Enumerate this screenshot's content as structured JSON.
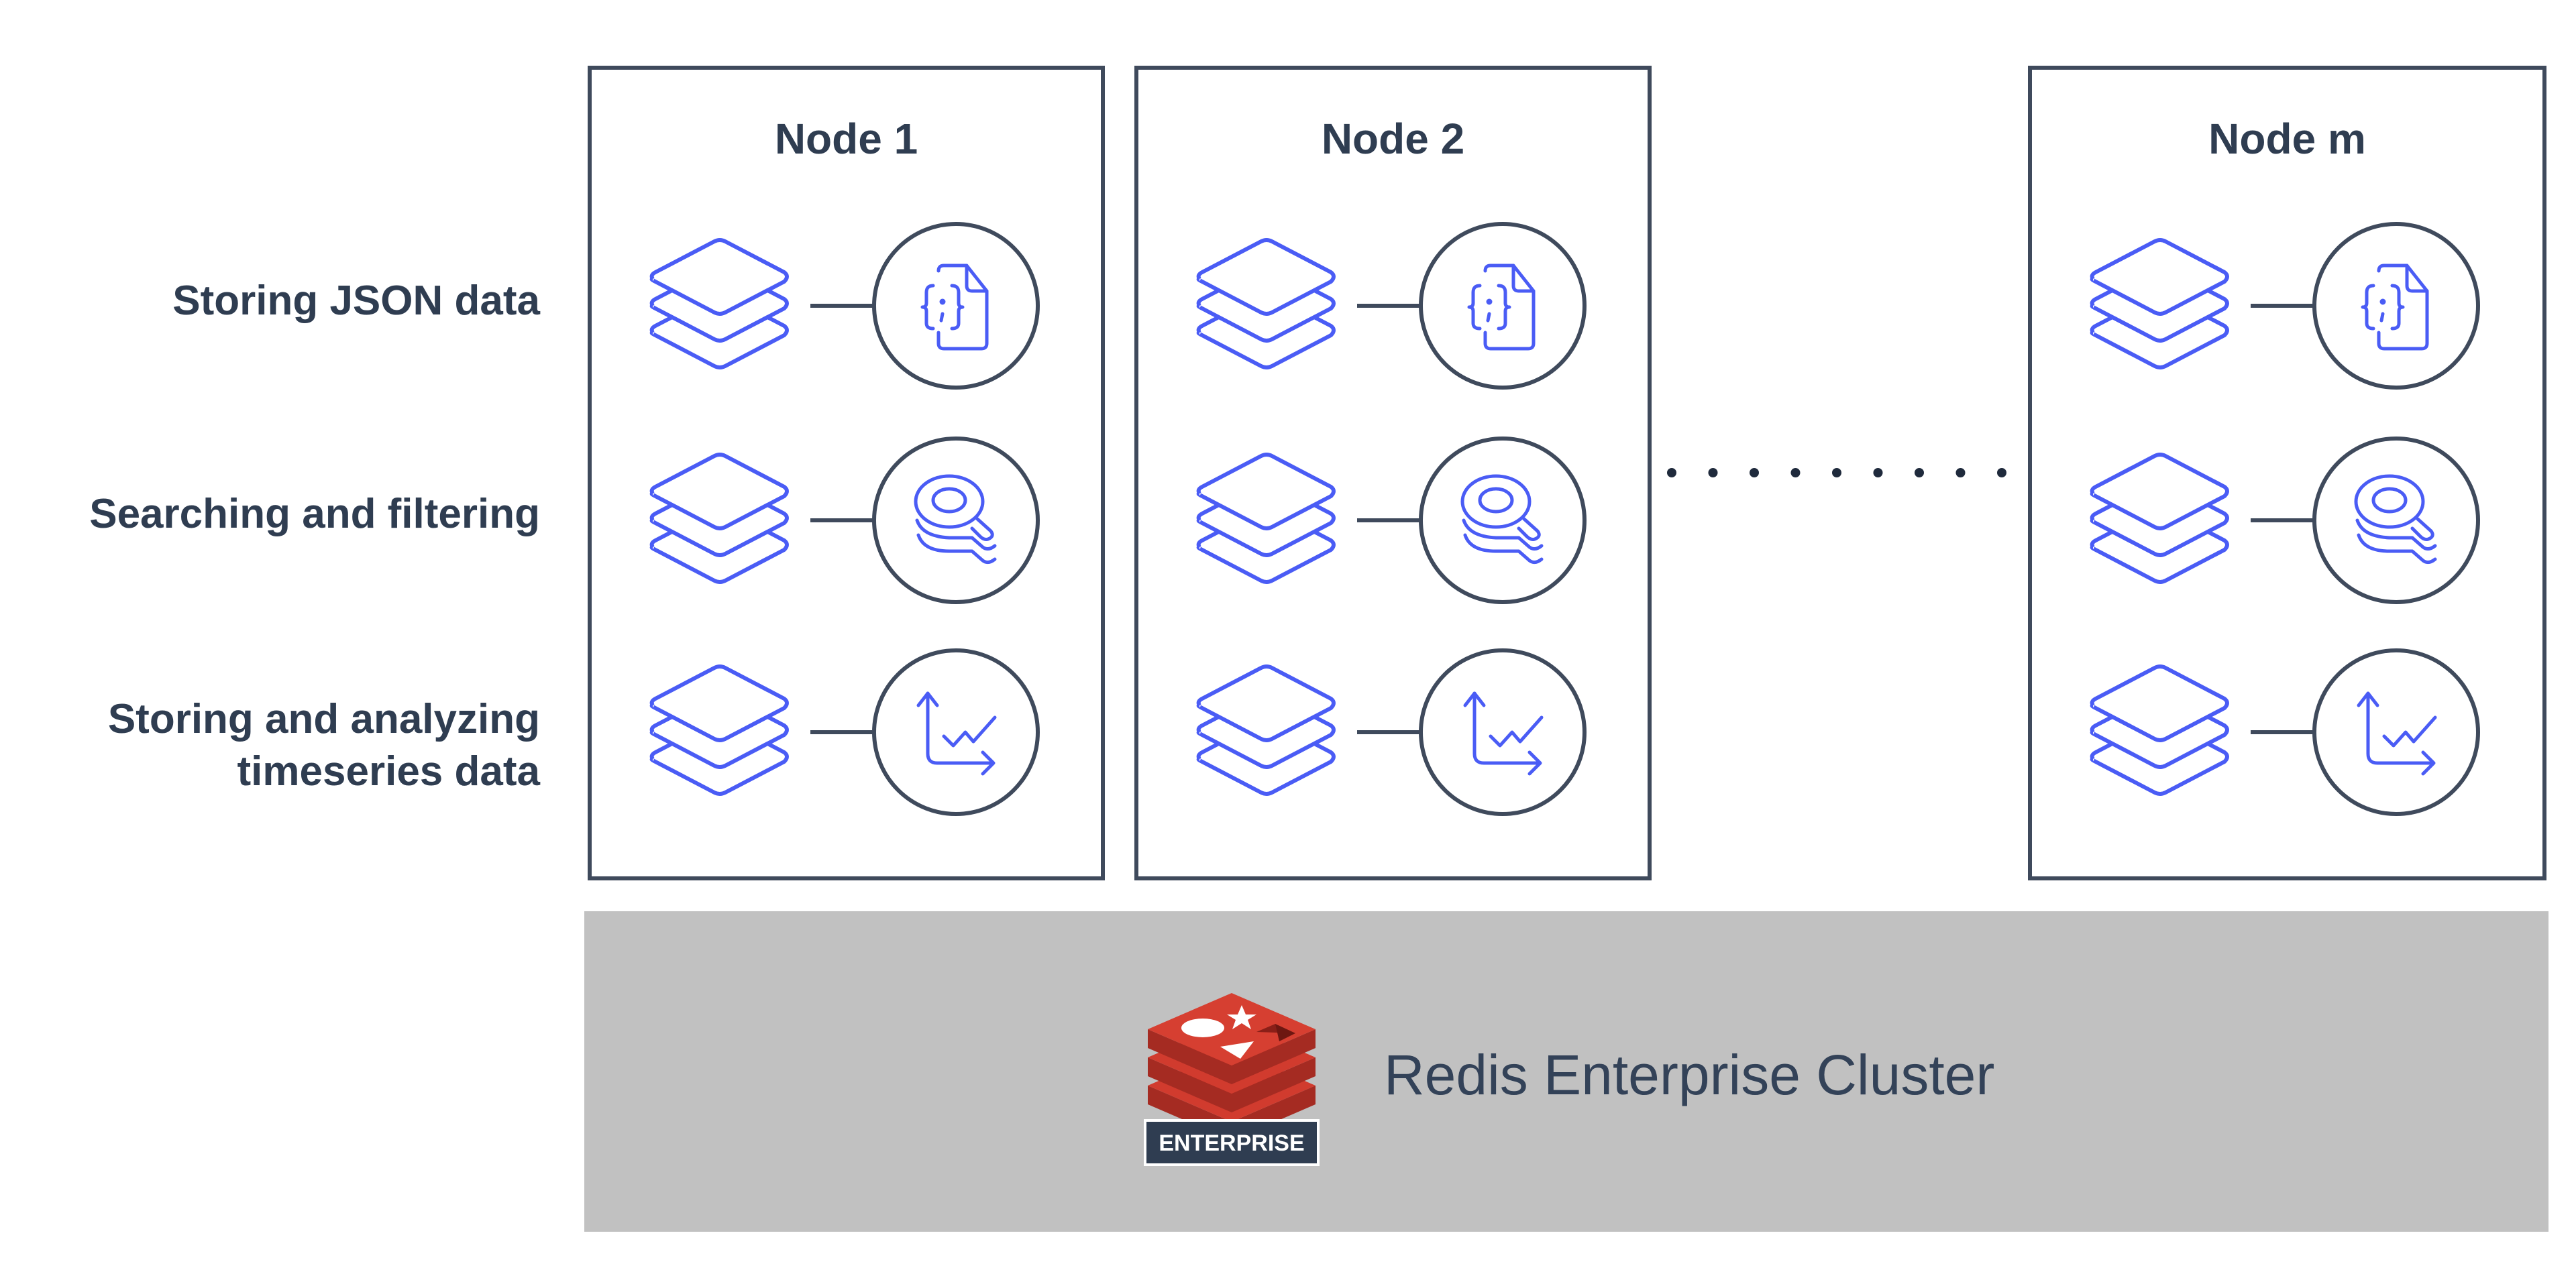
{
  "row_labels": [
    {
      "lines": [
        "Storing JSON data"
      ]
    },
    {
      "lines": [
        "Searching and filtering"
      ]
    },
    {
      "lines": [
        "Storing and analyzing",
        "timeseries data"
      ]
    }
  ],
  "nodes": [
    {
      "title": "Node 1"
    },
    {
      "title": "Node 2"
    },
    {
      "title": "Node m"
    }
  ],
  "services": [
    {
      "name": "json",
      "icon": "json-document-icon"
    },
    {
      "name": "search",
      "icon": "search-layers-icon"
    },
    {
      "name": "timeseries",
      "icon": "timeseries-chart-icon"
    }
  ],
  "ellipsis_dot_count": 9,
  "cluster": {
    "title": "Redis Enterprise Cluster",
    "logo_badge": "ENTERPRISE"
  },
  "colors": {
    "icon_accent": "#4a5cf5",
    "outline": "#3f4a5c",
    "text": "#2f3d51",
    "band": "#c1c1c1",
    "logo_red": "#d13b2e",
    "logo_dark_red": "#a52b22",
    "badge_bg": "#2f3d51"
  }
}
